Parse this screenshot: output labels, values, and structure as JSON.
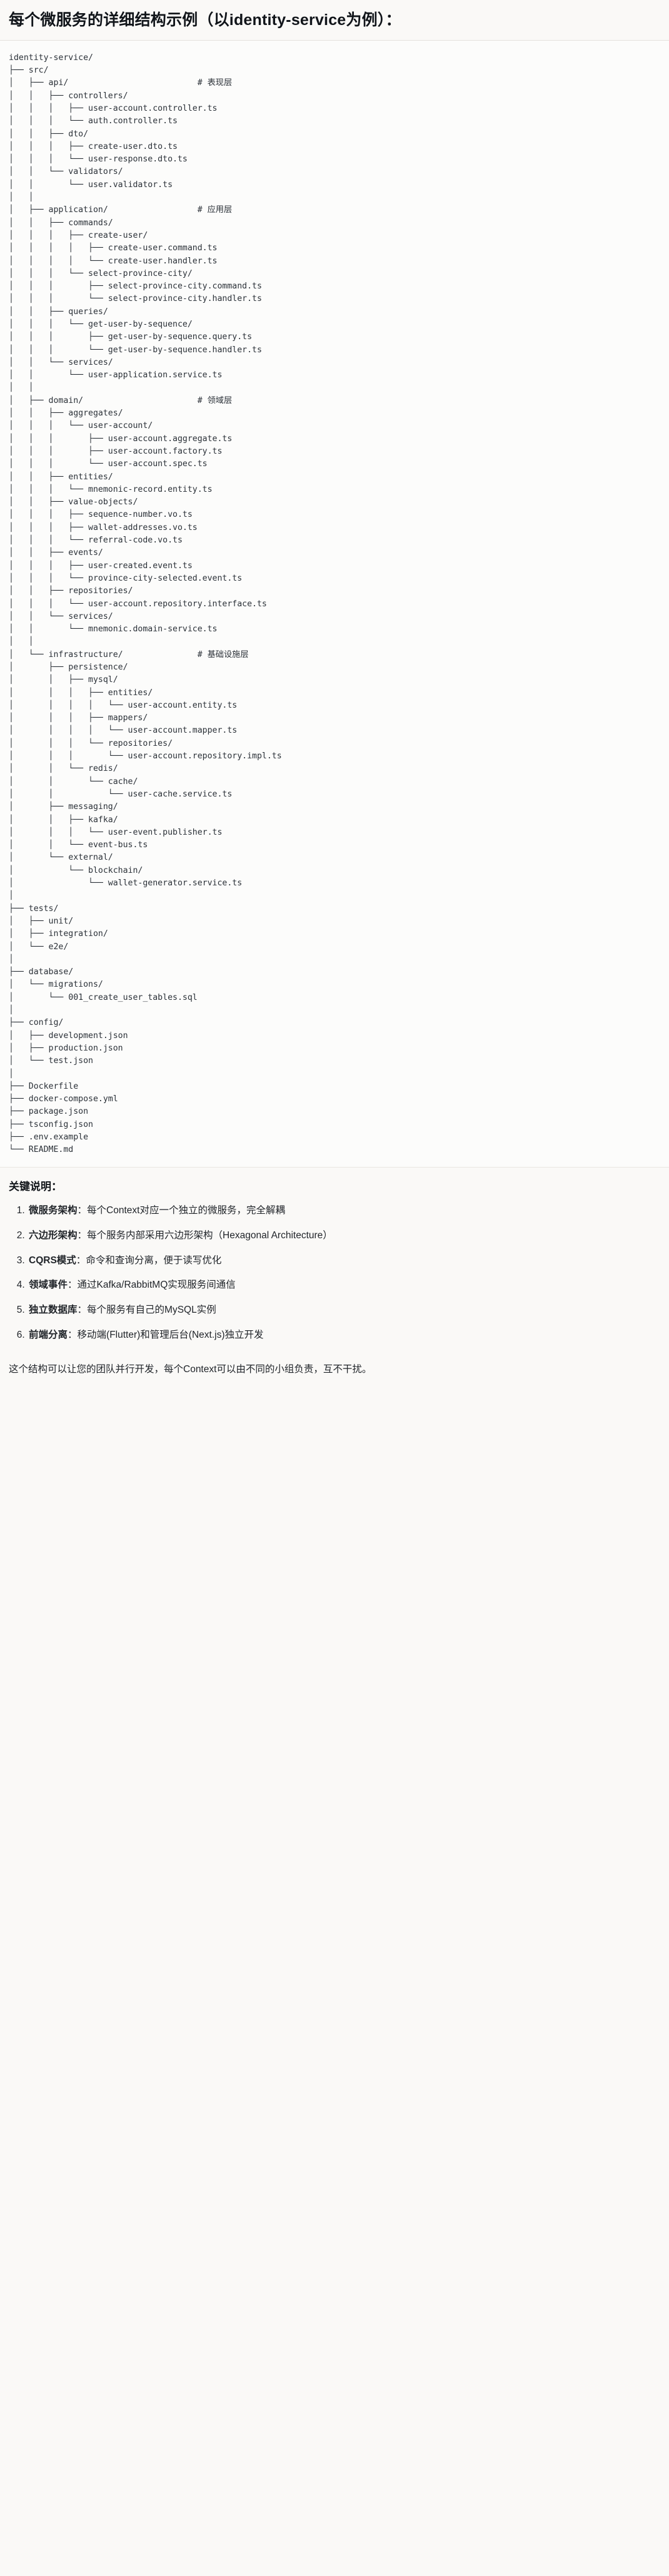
{
  "heading": "每个微服务的详细结构示例（以identity-service为例）：",
  "tree": {
    "text": "identity-service/\n├── src/\n│   ├── api/                          # 表现层\n│   │   ├── controllers/\n│   │   │   ├── user-account.controller.ts\n│   │   │   └── auth.controller.ts\n│   │   ├── dto/\n│   │   │   ├── create-user.dto.ts\n│   │   │   └── user-response.dto.ts\n│   │   └── validators/\n│   │       └── user.validator.ts\n│   │\n│   ├── application/                  # 应用层\n│   │   ├── commands/\n│   │   │   ├── create-user/\n│   │   │   │   ├── create-user.command.ts\n│   │   │   │   └── create-user.handler.ts\n│   │   │   └── select-province-city/\n│   │   │       ├── select-province-city.command.ts\n│   │   │       └── select-province-city.handler.ts\n│   │   ├── queries/\n│   │   │   └── get-user-by-sequence/\n│   │   │       ├── get-user-by-sequence.query.ts\n│   │   │       └── get-user-by-sequence.handler.ts\n│   │   └── services/\n│   │       └── user-application.service.ts\n│   │\n│   ├── domain/                       # 领域层\n│   │   ├── aggregates/\n│   │   │   └── user-account/\n│   │   │       ├── user-account.aggregate.ts\n│   │   │       ├── user-account.factory.ts\n│   │   │       └── user-account.spec.ts\n│   │   ├── entities/\n│   │   │   └── mnemonic-record.entity.ts\n│   │   ├── value-objects/\n│   │   │   ├── sequence-number.vo.ts\n│   │   │   ├── wallet-addresses.vo.ts\n│   │   │   └── referral-code.vo.ts\n│   │   ├── events/\n│   │   │   ├── user-created.event.ts\n│   │   │   └── province-city-selected.event.ts\n│   │   ├── repositories/\n│   │   │   └── user-account.repository.interface.ts\n│   │   └── services/\n│   │       └── mnemonic.domain-service.ts\n│   │\n│   └── infrastructure/               # 基础设施层\n│       ├── persistence/\n│       │   ├── mysql/\n│       │   │   ├── entities/\n│       │   │   │   └── user-account.entity.ts\n│       │   │   ├── mappers/\n│       │   │   │   └── user-account.mapper.ts\n│       │   │   └── repositories/\n│       │   │       └── user-account.repository.impl.ts\n│       │   └── redis/\n│       │       └── cache/\n│       │           └── user-cache.service.ts\n│       ├── messaging/\n│       │   ├── kafka/\n│       │   │   └── user-event.publisher.ts\n│       │   └── event-bus.ts\n│       └── external/\n│           └── blockchain/\n│               └── wallet-generator.service.ts\n│\n├── tests/\n│   ├── unit/\n│   ├── integration/\n│   └── e2e/\n│\n├── database/\n│   └── migrations/\n│       └── 001_create_user_tables.sql\n│\n├── config/\n│   ├── development.json\n│   ├── production.json\n│   └── test.json\n│\n├── Dockerfile\n├── docker-compose.yml\n├── package.json\n├── tsconfig.json\n├── .env.example\n└── README.md"
  },
  "keys": {
    "title": "关键说明：",
    "items": [
      {
        "term": "微服务架构",
        "sep": "：",
        "desc": "每个Context对应一个独立的微服务，完全解耦"
      },
      {
        "term": "六边形架构",
        "sep": "：",
        "desc": "每个服务内部采用六边形架构（Hexagonal Architecture）"
      },
      {
        "term": "CQRS模式",
        "sep": "：",
        "desc": "命令和查询分离，便于读写优化"
      },
      {
        "term": "领域事件",
        "sep": "：",
        "desc": "通过Kafka/RabbitMQ实现服务间通信"
      },
      {
        "term": "独立数据库",
        "sep": "：",
        "desc": "每个服务有自己的MySQL实例"
      },
      {
        "term": "前端分离",
        "sep": "：",
        "desc": "移动端(Flutter)和管理后台(Next.js)独立开发"
      }
    ]
  },
  "closing": "这个结构可以让您的团队并行开发，每个Context可以由不同的小组负责，互不干扰。"
}
